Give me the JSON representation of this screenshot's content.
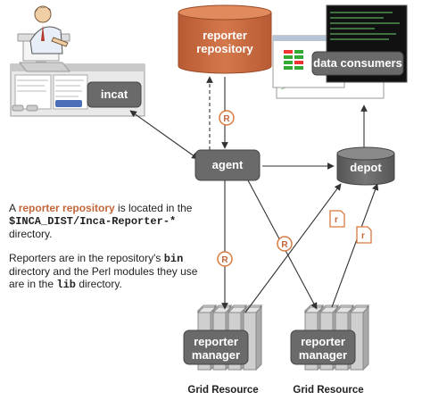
{
  "nodes": {
    "reporter_repository": "reporter\nrepository",
    "incat": "incat",
    "data_consumers": "data consumers",
    "agent": "agent",
    "depot": "depot",
    "reporter_manager_left": "reporter\nmanager",
    "reporter_manager_right": "reporter\nmanager"
  },
  "captions": {
    "grid_resource_left": "Grid Resource",
    "grid_resource_right": "Grid Resource"
  },
  "badges": {
    "repo_agent": "R",
    "agent_left_manager": "R",
    "agent_right_manager": "R",
    "left_manager_depot": "r",
    "right_manager_depot": "r"
  },
  "description": {
    "p1_a": "A ",
    "p1_highlight": "reporter repository",
    "p1_b": " is located in the ",
    "p1_code": "$INCA_DIST/Inca-Reporter-*",
    "p1_c": " directory.",
    "p2_a": "Reporters are in the repository's ",
    "p2_code1": "bin",
    "p2_b": " directory and the Perl modules they use are in the ",
    "p2_code2": "lib",
    "p2_c": " directory."
  },
  "colors": {
    "node_fill": "#6a6a6a",
    "repository_fill": "#c8693f",
    "badge_stroke": "#d9793f",
    "highlight_text": "#c2663a",
    "arrow": "#333333"
  }
}
